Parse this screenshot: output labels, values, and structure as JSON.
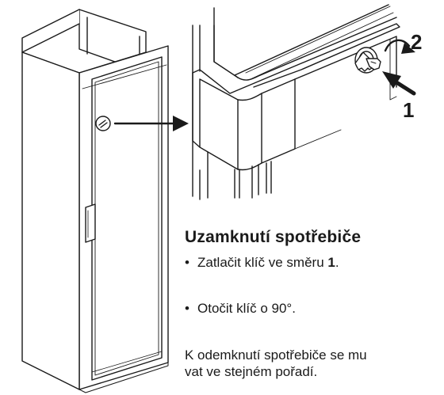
{
  "callouts": {
    "push": "1",
    "turn": "2"
  },
  "section": {
    "heading": "Uzamknutí spotřebiče",
    "steps": [
      {
        "bullet": "•",
        "before": "Zatlačit klíč ve směru ",
        "emphasis": "1",
        "after": "."
      },
      {
        "bullet": "•",
        "before": "Otočit klíč o 90°.",
        "emphasis": "",
        "after": ""
      }
    ],
    "note_line1": "K odemknutí spotřebiče se mu",
    "note_line2": "vat ve stejném pořadí."
  },
  "icons": {
    "appliance": "freezer-cabinet-drawing",
    "lock": "key-lock-icon",
    "rotate": "rotate-arrow-icon",
    "push": "push-arrow-icon"
  },
  "colors": {
    "line": "#1a1a1a",
    "text": "#1a1a1a",
    "background": "#ffffff"
  }
}
